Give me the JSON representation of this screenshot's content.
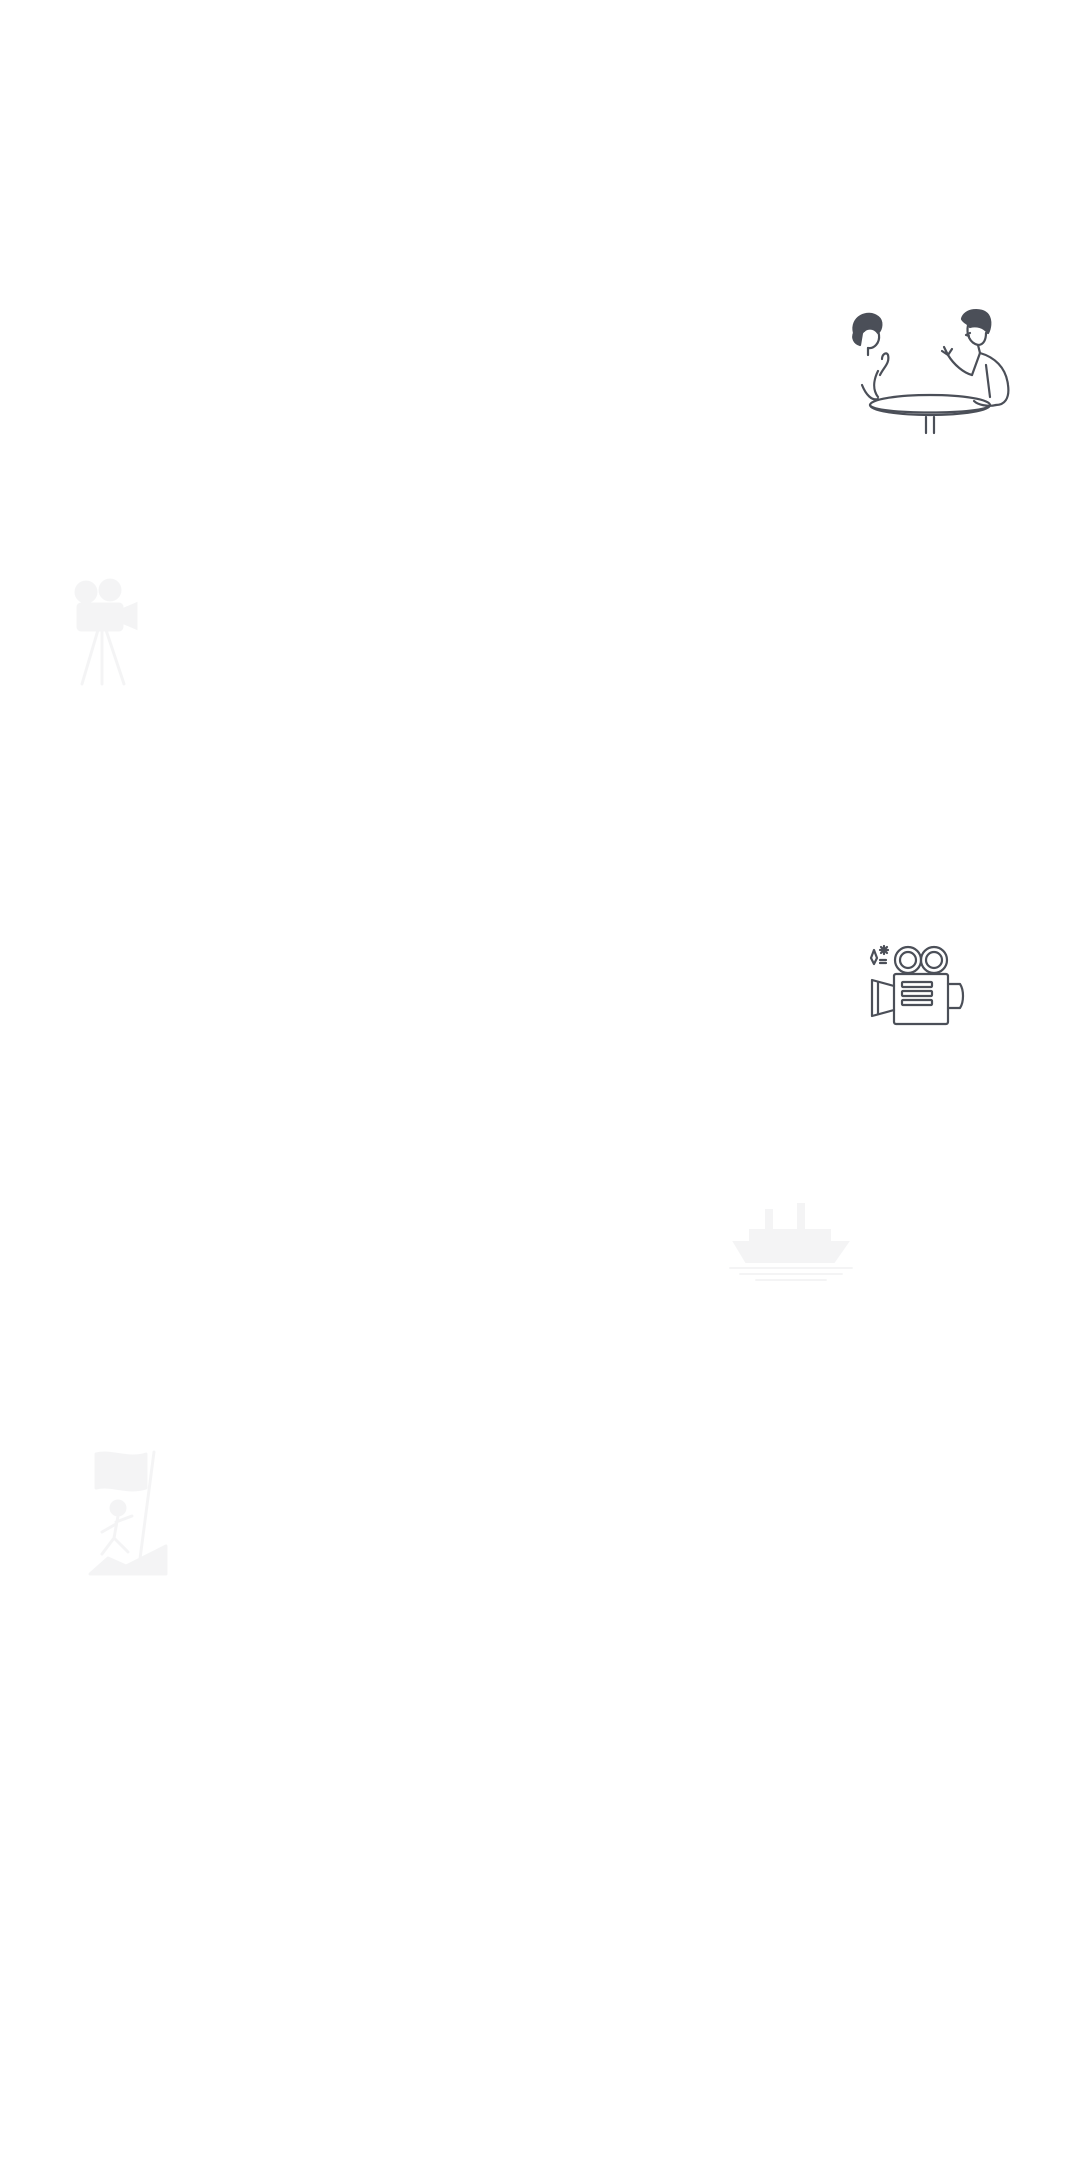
{
  "screen": {
    "background": "#ffffff"
  },
  "illustrations": [
    {
      "name": "conversation-illustration",
      "icon": "two-people-talking-at-table",
      "color": "#4b4f58"
    },
    {
      "name": "camera-tripod-illustration",
      "icon": "film-camera-on-tripod",
      "color": "#c9ccd2"
    },
    {
      "name": "film-camera-illustration",
      "icon": "film-camera",
      "color": "#4b4f58"
    },
    {
      "name": "ship-illustration",
      "icon": "ship-on-water",
      "color": "#c9ccd2"
    },
    {
      "name": "flag-climber-illustration",
      "icon": "person-climbing-with-flag",
      "color": "#c9ccd2"
    }
  ]
}
